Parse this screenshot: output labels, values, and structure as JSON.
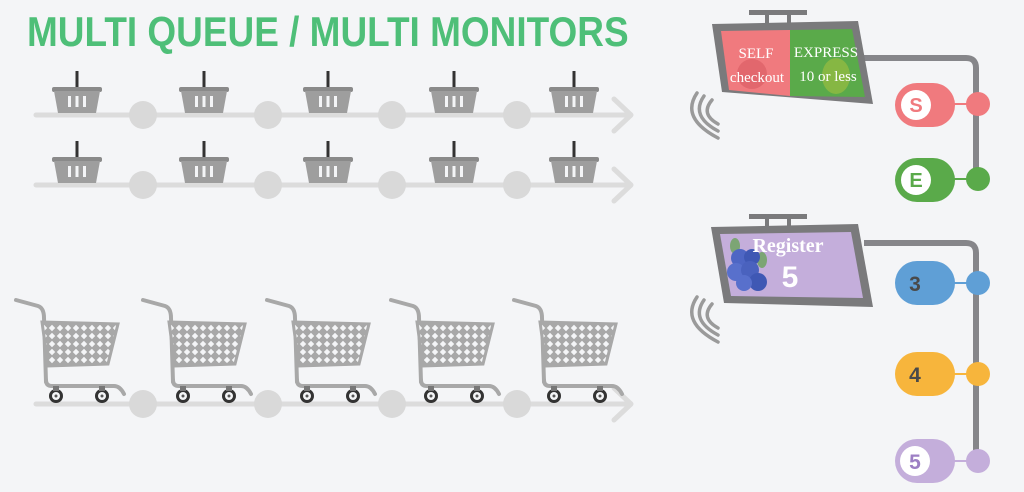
{
  "title": "MULTI QUEUE / MULTI MONITORS",
  "colors": {
    "background": "#f4f5f7",
    "title": "#4ebf78",
    "queue_line": "#dcdcdc",
    "queue_node": "#d9d9d9",
    "basket": "#9e9e9e",
    "cart": "#a8a8a8",
    "monitor_frame": "#7a7a7c",
    "self": "#f07a7e",
    "express": "#5aaa4a",
    "register_bg": "#c4aedb",
    "lane3": "#5f9fd6",
    "lane4": "#f7b53c",
    "lane5": "#c4aedb"
  },
  "queues": {
    "basket_rows": [
      {
        "items": 5,
        "icon": "basket-icon"
      },
      {
        "items": 5,
        "icon": "basket-icon"
      }
    ],
    "cart_row": {
      "items": 5,
      "icon": "shopping-cart-icon"
    }
  },
  "monitors": [
    {
      "name": "monitor-top",
      "panels": [
        {
          "line1": "SELF",
          "line2": "checkout"
        },
        {
          "line1": "EXPRESS",
          "line2": "10 or less"
        }
      ],
      "lanes": [
        {
          "label": "S",
          "color": "#f07a7e",
          "style": "outlined"
        },
        {
          "label": "E",
          "color": "#5aaa4a",
          "style": "outlined"
        }
      ]
    },
    {
      "name": "monitor-bottom",
      "panels": [
        {
          "line1": "Register",
          "line2": "5"
        }
      ],
      "lanes": [
        {
          "label": "3",
          "color": "#5f9fd6",
          "style": "filled"
        },
        {
          "label": "4",
          "color": "#f7b53c",
          "style": "filled"
        },
        {
          "label": "5",
          "color": "#c4aedb",
          "style": "outlined"
        }
      ]
    }
  ]
}
